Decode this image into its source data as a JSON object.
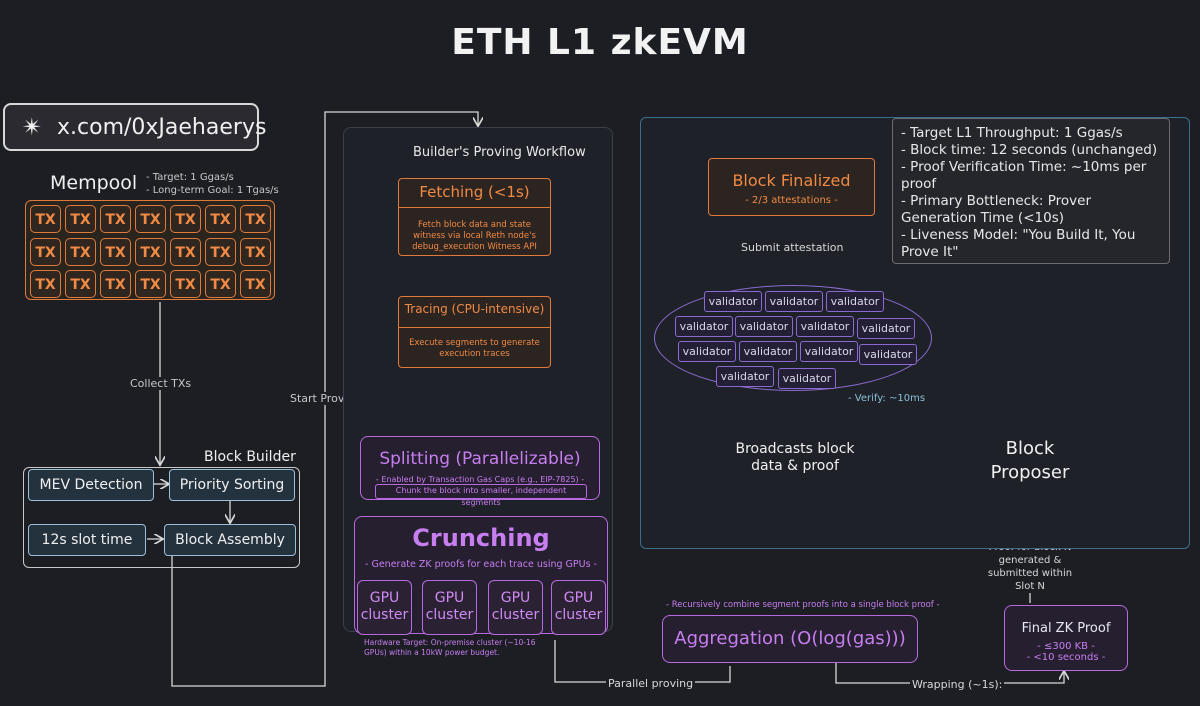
{
  "title": "ETH L1 zkEVM",
  "handle": "x.com/0xJaehaerys",
  "mempool": {
    "label": "Mempool",
    "note1": "- Target: 1 Ggas/s",
    "note2": "- Long-term Goal: 1 Tgas/s",
    "tx_label": "TX"
  },
  "edges": {
    "collect": "Collect TXs",
    "start_proving": "Start Proving",
    "submit_attestation": "Submit attestation",
    "verify": "- Verify: ~10ms",
    "broadcasts": "Broadcasts block data & proof",
    "proof_for_block": "Proof for block N generated & submitted within Slot N",
    "parallel": "Parallel proving",
    "wrapping": "Wrapping (~1s):"
  },
  "builder": {
    "label": "Block Builder",
    "mev": "MEV Detection",
    "priority": "Priority Sorting",
    "slot": "12s slot time",
    "assembly": "Block Assembly"
  },
  "workflow": {
    "label": "Builder's Proving Workflow",
    "fetching_title": "Fetching (<1s)",
    "fetching_desc": "Fetch block data and state witness via local Reth node's debug_execution Witness API",
    "tracing_title": "Tracing (CPU-intensive)",
    "tracing_desc": "Execute segments to generate execution traces",
    "splitting_title": "Splitting (Parallelizable)",
    "splitting_note": "- Enabled by Transaction Gas Caps (e.g., EIP-7825) -",
    "splitting_desc": "Chunk the block into smaller, independent segments",
    "crunching_title": "Crunching",
    "crunching_desc": "- Generate ZK proofs for each trace using GPUs -",
    "gpu": [
      "GPU cluster",
      "GPU cluster",
      "GPU cluster",
      "GPU cluster"
    ],
    "hardware": "Hardware Target: On-premise cluster (~10-16 GPUs) within a 10kW power budget."
  },
  "aggregation": {
    "note": "- Recursively combine segment proofs into a single block proof -",
    "title": "Aggregation (O(log(gas)))"
  },
  "final": {
    "title": "Final ZK Proof",
    "size": "- ≤300 KB -",
    "time": "- <10 seconds -"
  },
  "finalized": {
    "title": "Block Finalized",
    "sub": "- 2/3 attestations -"
  },
  "proposer": "Block Proposer",
  "validator": "validator",
  "info": [
    "- Target L1 Throughput: 1 Ggas/s",
    "- Block time: 12 seconds (unchanged)",
    "- Proof Verification Time: ~10ms per proof",
    "- Primary Bottleneck: Prover Generation Time (<10s)",
    "- Liveness Model: \"You Build It, You Prove It\""
  ]
}
